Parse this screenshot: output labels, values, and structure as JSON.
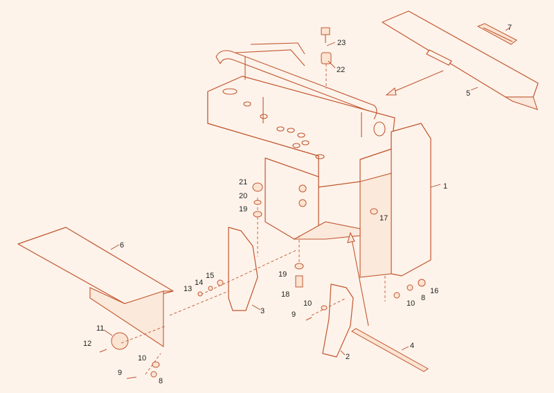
{
  "colors": {
    "background": "#fdf3ea",
    "outline": "#c2552f",
    "callout_text": "#222222"
  },
  "callouts": [
    {
      "id": "c1",
      "label": "1"
    },
    {
      "id": "c2",
      "label": "2"
    },
    {
      "id": "c3",
      "label": "3"
    },
    {
      "id": "c4",
      "label": "4"
    },
    {
      "id": "c5",
      "label": "5"
    },
    {
      "id": "c6",
      "label": "6"
    },
    {
      "id": "c7",
      "label": "7"
    },
    {
      "id": "c8a",
      "label": "8"
    },
    {
      "id": "c8b",
      "label": "8"
    },
    {
      "id": "c9a",
      "label": "9"
    },
    {
      "id": "c9b",
      "label": "9"
    },
    {
      "id": "c10a",
      "label": "10"
    },
    {
      "id": "c10b",
      "label": "10"
    },
    {
      "id": "c10c",
      "label": "10"
    },
    {
      "id": "c11",
      "label": "11"
    },
    {
      "id": "c12",
      "label": "12"
    },
    {
      "id": "c13",
      "label": "13"
    },
    {
      "id": "c14",
      "label": "14"
    },
    {
      "id": "c15",
      "label": "15"
    },
    {
      "id": "c16",
      "label": "16"
    },
    {
      "id": "c17",
      "label": "17"
    },
    {
      "id": "c18",
      "label": "18"
    },
    {
      "id": "c19a",
      "label": "19"
    },
    {
      "id": "c19b",
      "label": "19"
    },
    {
      "id": "c20",
      "label": "20"
    },
    {
      "id": "c21",
      "label": "21"
    },
    {
      "id": "c22",
      "label": "22"
    },
    {
      "id": "c23",
      "label": "23"
    }
  ]
}
